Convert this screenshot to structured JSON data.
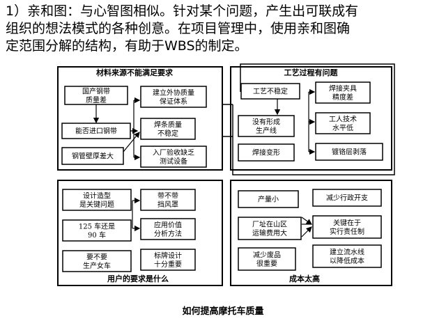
{
  "intro": {
    "lines": [
      "1）亲和图：与心智图相似。针对某个问题，产生出可联成有",
      "组织的想法模式的各种创意。在项目管理中，使用亲和图确",
      "定范围分解的结构，有助于WBS的制定。"
    ]
  },
  "diagram": {
    "groups": {
      "material": "材料来源不能满足要求",
      "process": "工艺过程有问题",
      "user": "用户的要求是什么",
      "cost": "成本太高"
    },
    "nodes": {
      "domestic_steel": "国产钢带\n质量差",
      "import_steel": "能否进口钢带",
      "pipe_wall": "钢管壁厚差大",
      "outsourcing_qa": "建立外协质量\n保证体系",
      "weld_rod": "焊条质量\n不稳定",
      "incoming_test": "入厂验收缺乏\n测试设备",
      "process_unstable": "工艺不稳定",
      "weld_fixture": "焊接夹具\n精度差",
      "no_line": "没有形成\n生产线",
      "worker_skill": "工人技术\n水平低",
      "weld_deform": "焊接变形",
      "chrome_peel": "镀铬层剥落",
      "design_key": "设计造型\n是关键问题",
      "windshield": "带不带\n挡风罩",
      "cc125_90": "125 车还是\n90 车",
      "value_analysis": "应用价值\n分析方法",
      "women_bike": "要不要\n生产女车",
      "brand_design": "标牌设计\n十分重要",
      "low_output": "产量小",
      "admin_cost": "减少行政开支",
      "mountain_site": "厂址在山区\n运输费用大",
      "responsibility": "关键在于\n实行责任制",
      "reduce_waste": "减少废品\n很重要",
      "assembly_line": "建立流水线\n以降低成本"
    },
    "caption": "如何提高摩托车质量"
  }
}
